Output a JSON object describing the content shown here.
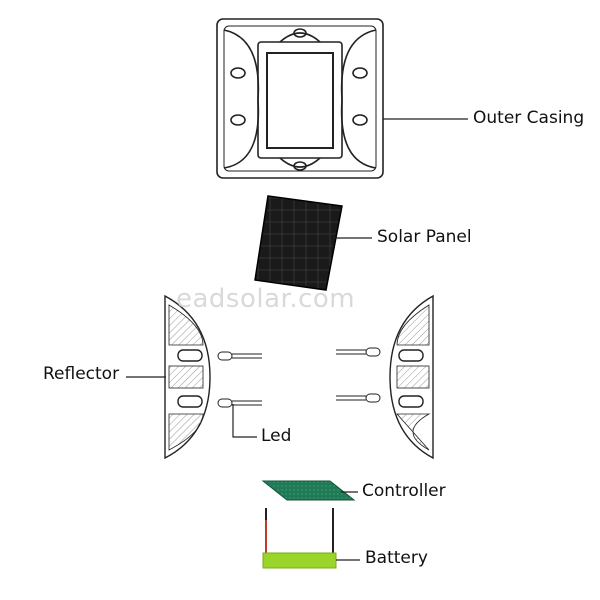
{
  "labels": {
    "outer_casing": "Outer Casing",
    "solar_panel": "Solar Panel",
    "reflector": "Reflector",
    "led": "Led",
    "controller": "Controller",
    "battery": "Battery"
  },
  "watermark": "eadsolar.com",
  "colors": {
    "line": "#222222",
    "solar_panel": "#1a1a1a",
    "controller": "#1f7a55",
    "battery": "#9bd52a",
    "wire_red": "#c0392b",
    "reflector_hatch": "#bdbdbd"
  }
}
